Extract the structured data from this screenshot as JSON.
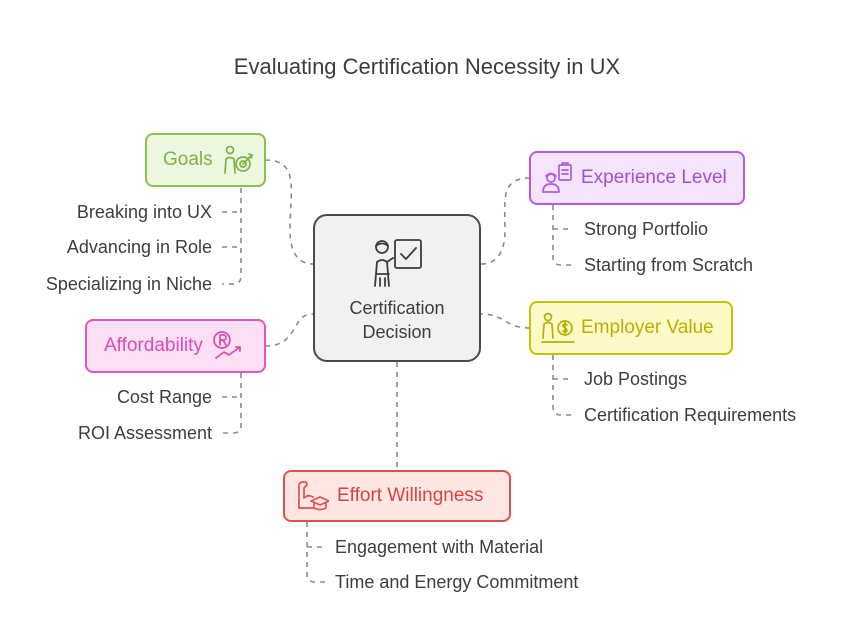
{
  "title": "Evaluating Certification Necessity in UX",
  "center": {
    "line1": "Certification",
    "line2": "Decision",
    "icon": "presenter-checkmark-icon"
  },
  "branches": {
    "goals": {
      "label": "Goals",
      "icon": "person-target-icon",
      "color": "#8bc34a",
      "items": [
        "Breaking into UX",
        "Advancing in Role",
        "Specializing in Niche"
      ]
    },
    "affordability": {
      "label": "Affordability",
      "icon": "coin-growth-icon",
      "color": "#e055c0",
      "items": [
        "Cost Range",
        "ROI Assessment"
      ]
    },
    "experience": {
      "label": "Experience Level",
      "icon": "worker-clipboard-icon",
      "color": "#b35ae0",
      "items": [
        "Strong Portfolio",
        "Starting from Scratch"
      ]
    },
    "employer": {
      "label": "Employer Value",
      "icon": "person-money-icon",
      "color": "#c9c200",
      "items": [
        "Job Postings",
        "Certification Requirements"
      ]
    },
    "effort": {
      "label": "Effort Willingness",
      "icon": "arm-graduation-icon",
      "color": "#e0504f",
      "items": [
        "Engagement with Material",
        "Time and Energy Commitment"
      ]
    }
  }
}
